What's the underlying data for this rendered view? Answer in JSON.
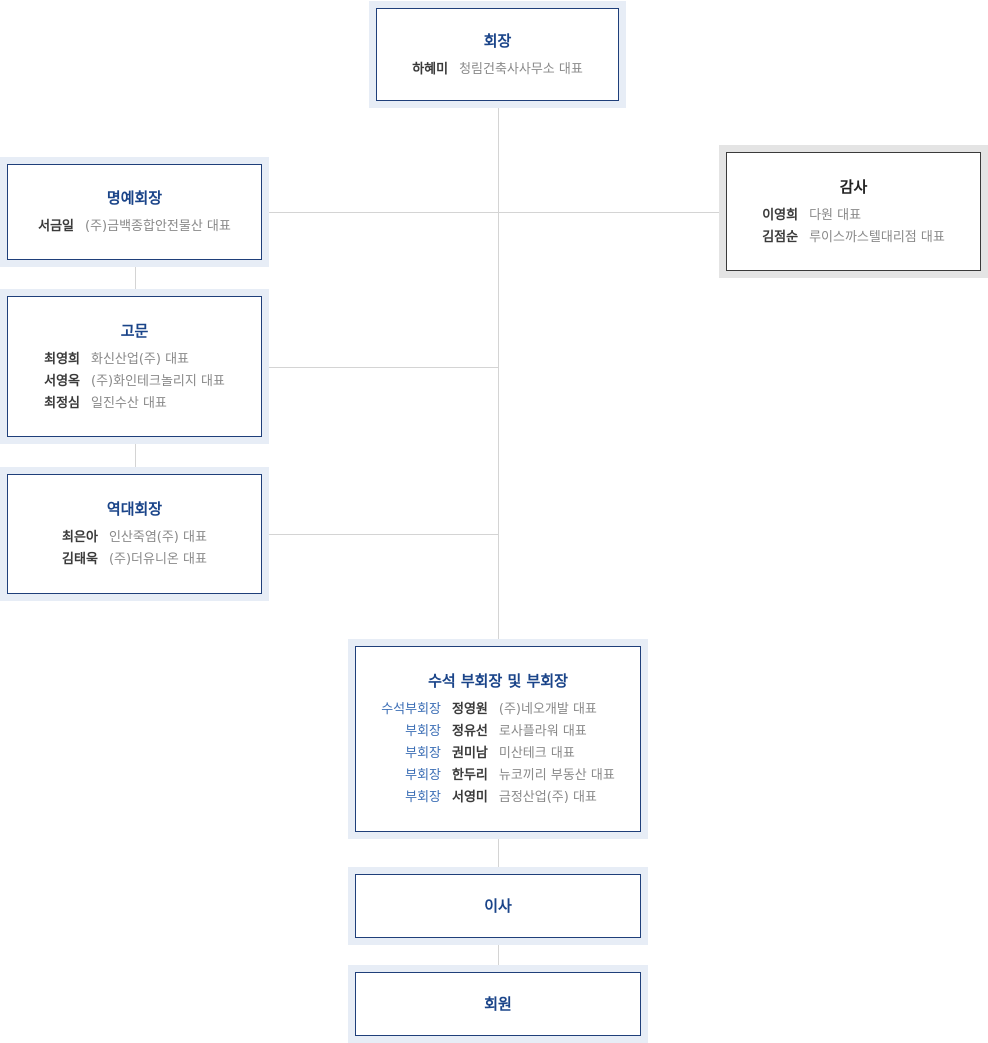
{
  "chairman": {
    "title": "회장",
    "members": [
      {
        "name": "하혜미",
        "org": "청림건축사사무소 대표"
      }
    ]
  },
  "honorary": {
    "title": "명예회장",
    "members": [
      {
        "name": "서금일",
        "org": "(주)금백종합안전물산 대표"
      }
    ]
  },
  "auditor": {
    "title": "감사",
    "members": [
      {
        "name": "이영희",
        "org": "다원 대표"
      },
      {
        "name": "김점순",
        "org": "루이스까스텔대리점 대표"
      }
    ]
  },
  "advisor": {
    "title": "고문",
    "members": [
      {
        "name": "최영희",
        "org": "화신산업(주) 대표"
      },
      {
        "name": "서영옥",
        "org": "(주)화인테크놀리지 대표"
      },
      {
        "name": "최정심",
        "org": "일진수산 대표"
      }
    ]
  },
  "past": {
    "title": "역대회장",
    "members": [
      {
        "name": "최은아",
        "org": "인산죽염(주) 대표"
      },
      {
        "name": "김태욱",
        "org": "(주)더유니온 대표"
      }
    ]
  },
  "vice": {
    "title": "수석 부회장 및 부회장",
    "members": [
      {
        "role": "수석부회장",
        "name": "정영원",
        "org": "(주)네오개발 대표"
      },
      {
        "role": "부회장",
        "name": "정유선",
        "org": "로사플라워 대표"
      },
      {
        "role": "부회장",
        "name": "권미남",
        "org": "미산테크 대표"
      },
      {
        "role": "부회장",
        "name": "한두리",
        "org": "뉴코끼리 부동산 대표"
      },
      {
        "role": "부회장",
        "name": "서영미",
        "org": "금정산업(주) 대표"
      }
    ]
  },
  "director": {
    "title": "이사"
  },
  "member": {
    "title": "회원"
  }
}
